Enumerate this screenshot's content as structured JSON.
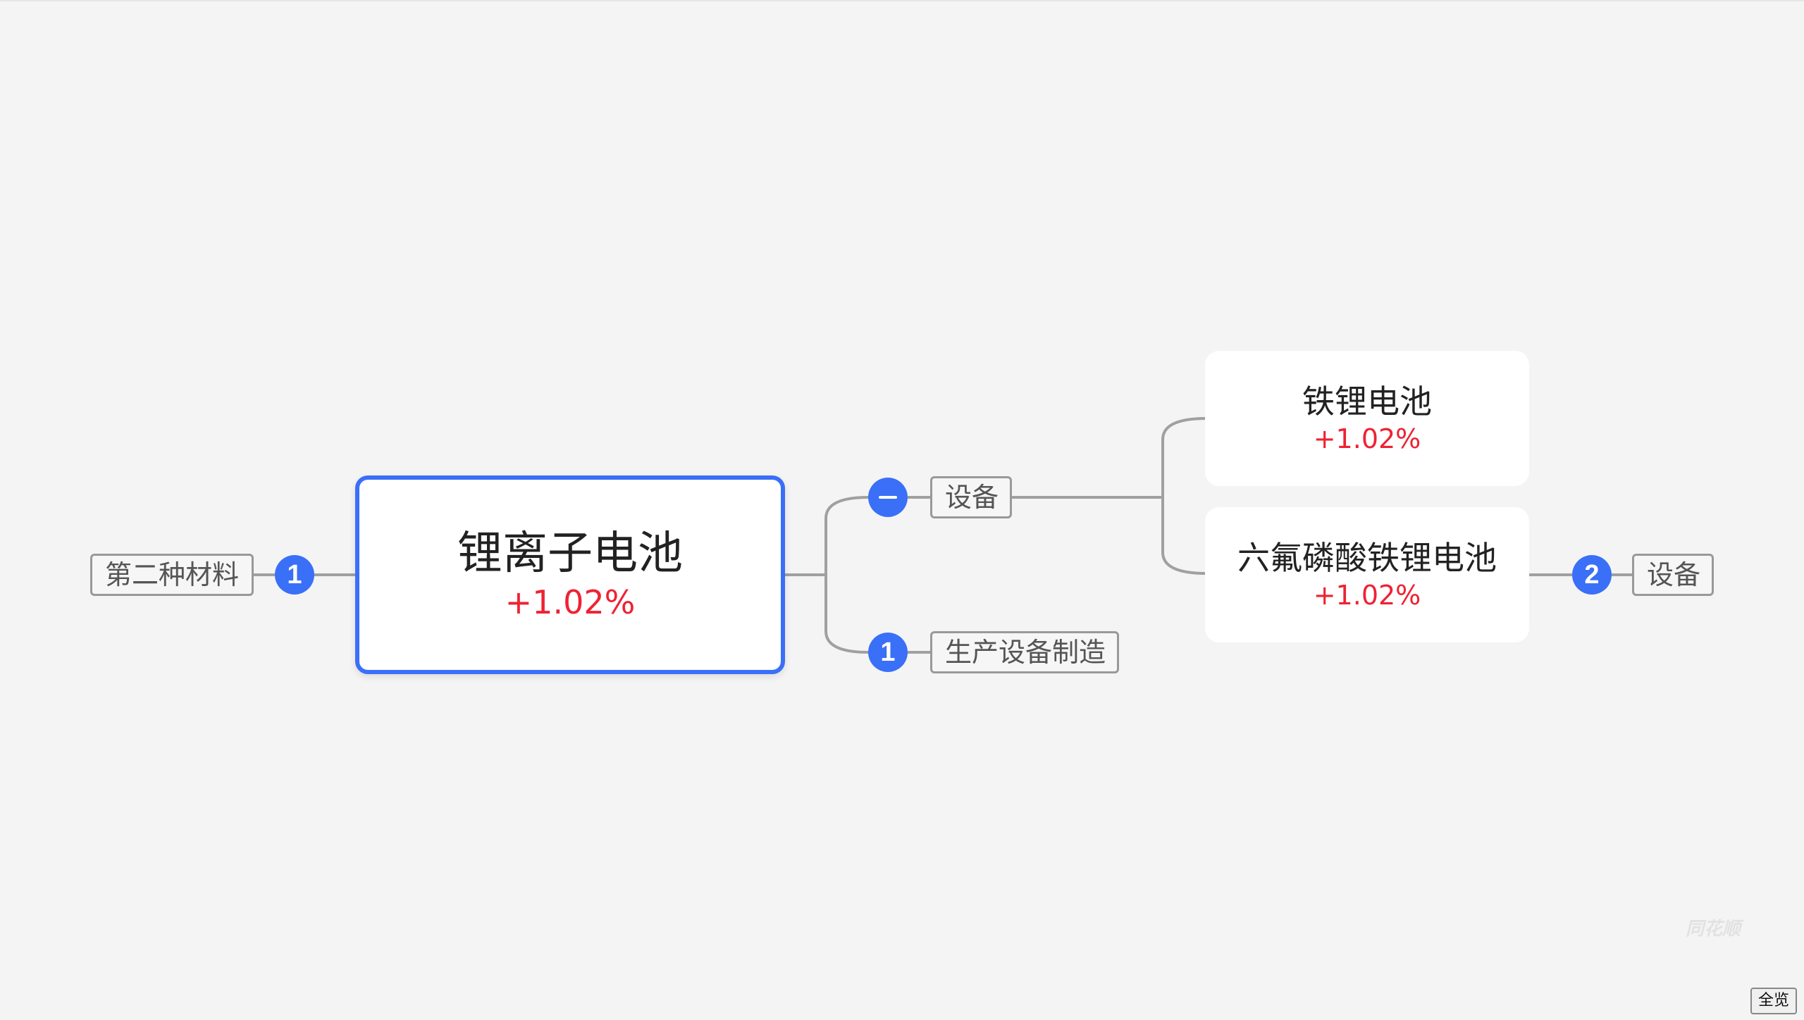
{
  "root": {
    "name": "锂离子电池",
    "change": "+1.02%"
  },
  "upstream": {
    "tag": "第二种材料",
    "count": "1"
  },
  "downstream": {
    "equipment_tag": "设备",
    "manufacturing_tag": "生产设备制造",
    "manufacturing_count": "1"
  },
  "children": [
    {
      "name": "铁锂电池",
      "change": "+1.02%"
    },
    {
      "name": "六氟磷酸铁锂电池",
      "change": "+1.02%",
      "count": "2",
      "tag": "设备"
    }
  ],
  "watermark": "同花顺",
  "overview_button": "全览",
  "colors": {
    "accent": "#3a6ff7",
    "rise": "#ee2233",
    "connector": "#a0a0a0",
    "background": "#f4f4f4"
  }
}
